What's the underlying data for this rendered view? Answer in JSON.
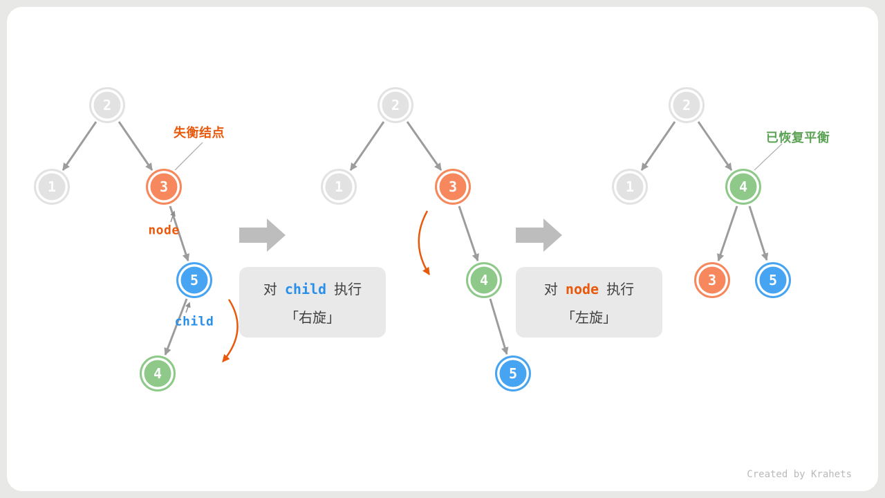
{
  "watermark": "Created by Krahets",
  "annotations": {
    "unbalanced": "失衡结点",
    "node_pointer": "node",
    "child_pointer": "child",
    "rebalanced": "已恢复平衡"
  },
  "steps": [
    {
      "prefix": "对",
      "keyword": "child",
      "suffix": "执行",
      "operation": "「右旋」",
      "keyword_color": "blue"
    },
    {
      "prefix": "对",
      "keyword": "node",
      "suffix": "执行",
      "operation": "「左旋」",
      "keyword_color": "orange"
    }
  ],
  "colors": {
    "node_gray": "#e2e2e2",
    "node_orange": "#f7875c",
    "node_blue": "#46a4f2",
    "node_green": "#8fc98a",
    "edge_gray": "#9c9c9c",
    "accent_orange": "#e8590c",
    "accent_blue": "#2a8fe8",
    "accent_green": "#5ba354",
    "box_gray": "#e9e9e9"
  },
  "trees": [
    {
      "nodes": [
        {
          "value": "2",
          "color": "gray"
        },
        {
          "value": "1",
          "color": "gray"
        },
        {
          "value": "3",
          "color": "orange"
        },
        {
          "value": "5",
          "color": "blue"
        },
        {
          "value": "4",
          "color": "green"
        }
      ]
    },
    {
      "nodes": [
        {
          "value": "2",
          "color": "gray"
        },
        {
          "value": "1",
          "color": "gray"
        },
        {
          "value": "3",
          "color": "orange"
        },
        {
          "value": "4",
          "color": "green"
        },
        {
          "value": "5",
          "color": "blue"
        }
      ]
    },
    {
      "nodes": [
        {
          "value": "2",
          "color": "gray"
        },
        {
          "value": "1",
          "color": "gray"
        },
        {
          "value": "4",
          "color": "green"
        },
        {
          "value": "3",
          "color": "orange"
        },
        {
          "value": "5",
          "color": "blue"
        }
      ]
    }
  ]
}
